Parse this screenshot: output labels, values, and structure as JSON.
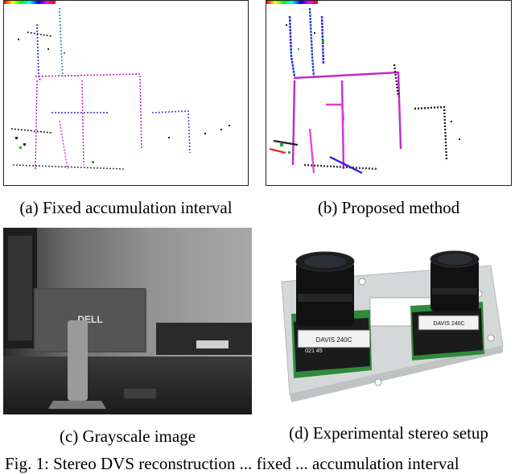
{
  "figure": {
    "panel_a_caption": "(a) Fixed accumulation interval",
    "panel_b_caption": "(b) Proposed method",
    "panel_c_caption": "(c) Grayscale image",
    "panel_d_caption": "(d) Experimental stereo setup",
    "figure_caption": "Fig. 1: Stereo DVS reconstruction ... fixed ... accumulation interval",
    "camera_left_label": "DAVIS 240C",
    "camera_right_label": "DAVIS 240C",
    "camera_left_id": "021 45",
    "monitor_brand": "DELL"
  }
}
